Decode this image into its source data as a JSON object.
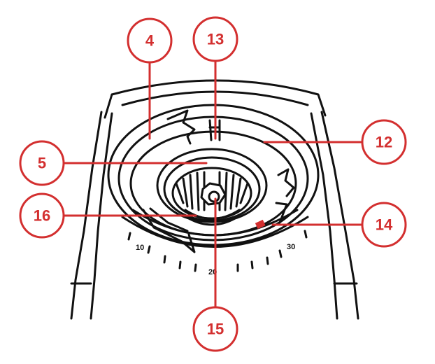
{
  "colors": {
    "accent": "#d32f2f",
    "line": "#111111",
    "background": "#ffffff"
  },
  "callouts": {
    "c4": "4",
    "c13": "13",
    "c12": "12",
    "c5": "5",
    "c16": "16",
    "c14": "14",
    "c15": "15"
  },
  "scale": {
    "s10": "10",
    "s20": "20",
    "s30": "30"
  }
}
